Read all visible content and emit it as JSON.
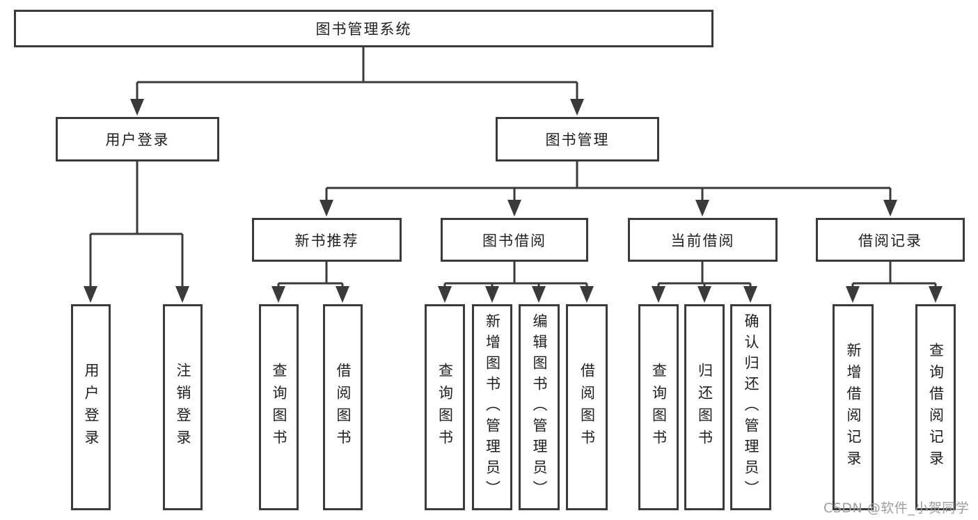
{
  "diagram_title": "图书管理系统",
  "colors": {
    "line": "#3a3a3a",
    "text": "#1f1f1f",
    "background": "#ffffff",
    "watermark": "#9e9e9e"
  },
  "nodes": {
    "root": "图书管理系统",
    "level2": {
      "userLogin": "用户登录",
      "bookManagement": "图书管理"
    },
    "level3": {
      "newBookRecommend": "新书推荐",
      "bookBorrow": "图书借阅",
      "currentBorrow": "当前借阅",
      "borrowRecord": "借阅记录"
    },
    "leaves": {
      "userLogin": "用户登录",
      "logoutLogin": "注销登录",
      "queryBook1": "查询图书",
      "borrowBook1": "借阅图书",
      "queryBook2": "查询图书",
      "addBookAdmin": "新增图书（管理员）",
      "editBookAdmin": "编辑图书（管理员）",
      "borrowBook2": "借阅图书",
      "queryBook3": "查询图书",
      "returnBook": "归还图书",
      "confirmReturnAdmin": "确认归还（管理员）",
      "addBorrowRecord": "新增借阅记录",
      "queryBorrowRecord": "查询借阅记录"
    }
  },
  "watermark": {
    "text": "CSDN @软件_小贺同学"
  }
}
